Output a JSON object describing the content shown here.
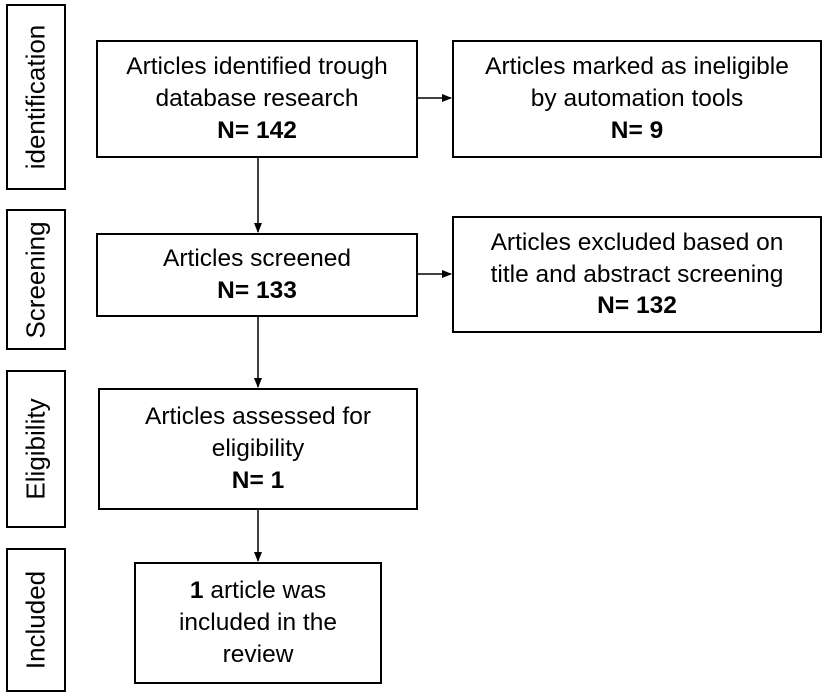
{
  "stages": {
    "identification": "identification",
    "screening": "Screening",
    "eligibility": "Eligibility",
    "included": "Included"
  },
  "boxes": {
    "identified": {
      "line1": "Articles identified trough",
      "line2": "database research",
      "count": "N= 142"
    },
    "ineligible": {
      "line1": "Articles marked as ineligible",
      "line2": "by automation tools",
      "count": "N= 9"
    },
    "screened": {
      "line1": "Articles screened",
      "count": "N= 133"
    },
    "excluded": {
      "line1": "Articles excluded based on",
      "line2": "title and abstract screening",
      "count": "N= 132"
    },
    "assessed": {
      "line1": "Articles assessed for",
      "line2": "eligibility",
      "count": "N= 1"
    },
    "included": {
      "count": "1",
      "line1_rest": " article was",
      "line2": "included in the",
      "line3": "review"
    }
  },
  "colors": {
    "stroke": "#000000",
    "background": "#ffffff"
  }
}
